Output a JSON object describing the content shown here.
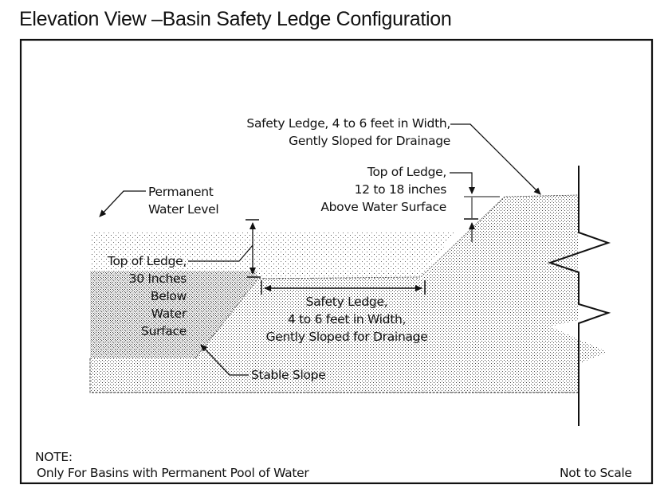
{
  "title": "Elevation View –Basin Safety Ledge Configuration",
  "labels": {
    "safety_ledge_top": [
      "Safety Ledge, 4 to 6 feet in Width,",
      "Gently Sloped for Drainage"
    ],
    "top_of_ledge_above": [
      "Top of Ledge,",
      "12 to 18 inches",
      "Above Water Surface"
    ],
    "permanent_water_level": [
      "Permanent",
      "Water Level"
    ],
    "top_of_ledge_below": [
      "Top of Ledge,",
      "30 Inches",
      "Below",
      "Water",
      "Surface"
    ],
    "safety_ledge_mid": [
      "Safety Ledge,",
      "4 to 6 feet in Width,",
      "Gently Sloped for Drainage"
    ],
    "stable_slope": "Stable Slope"
  },
  "note": {
    "heading": "NOTE:",
    "text": "Only For Basins with Permanent Pool of Water"
  },
  "scale_note": "Not to Scale",
  "colors": {
    "ink": "#111111",
    "background": "#ffffff"
  }
}
